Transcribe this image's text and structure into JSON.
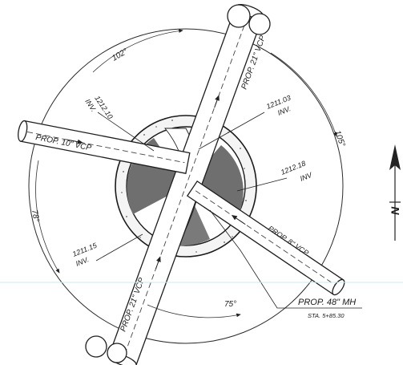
{
  "pipes": {
    "north": "PROP. 21\" VCP",
    "south": "PROP. 21\" VCP",
    "west": "PROP. 10\" VCP",
    "southeast": "PROP. 8\" VCP"
  },
  "inverts": {
    "north": {
      "elev": "1211.03",
      "inv": "INV."
    },
    "west": {
      "elev": "1212.10",
      "inv": "INV."
    },
    "east": {
      "elev": "1212.18",
      "inv": "INV"
    },
    "southwest": {
      "elev": "1211.15",
      "inv": "INV."
    }
  },
  "angles": {
    "top_left": "102°",
    "right": "105°",
    "left": "78°",
    "bottom": "75°"
  },
  "manhole": {
    "title": "PROP. 48\" MH",
    "station": "STA. 5+85.30"
  },
  "north_arrow": {
    "letter": "N"
  }
}
